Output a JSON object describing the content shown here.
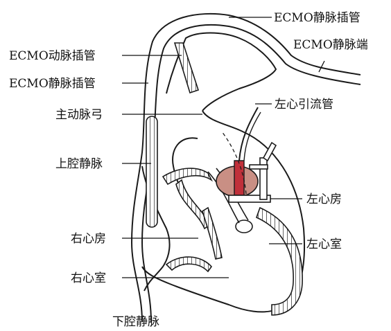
{
  "labels": {
    "ecmo_venous_cannula_top": "ECMO静脉插管",
    "ecmo_venous_end": "ECMO静脉端",
    "ecmo_arterial_cannula": "ECMO动脉插管",
    "ecmo_venous_cannula_left": "ECMO静脉插管",
    "aortic_arch": "主动脉弓",
    "lv_drainage_tube": "左心引流管",
    "superior_vena_cava": "上腔静脉",
    "left_atrium": "左心房",
    "right_atrium": "右心房",
    "left_ventricle": "左心室",
    "right_ventricle": "右心室",
    "inferior_vena_cava": "下腔静脉"
  },
  "colors": {
    "line": "#1a1a1a",
    "atrium_tissue": "#c98f84",
    "drainage_cannula": "#c0303a",
    "background": "#ffffff"
  }
}
